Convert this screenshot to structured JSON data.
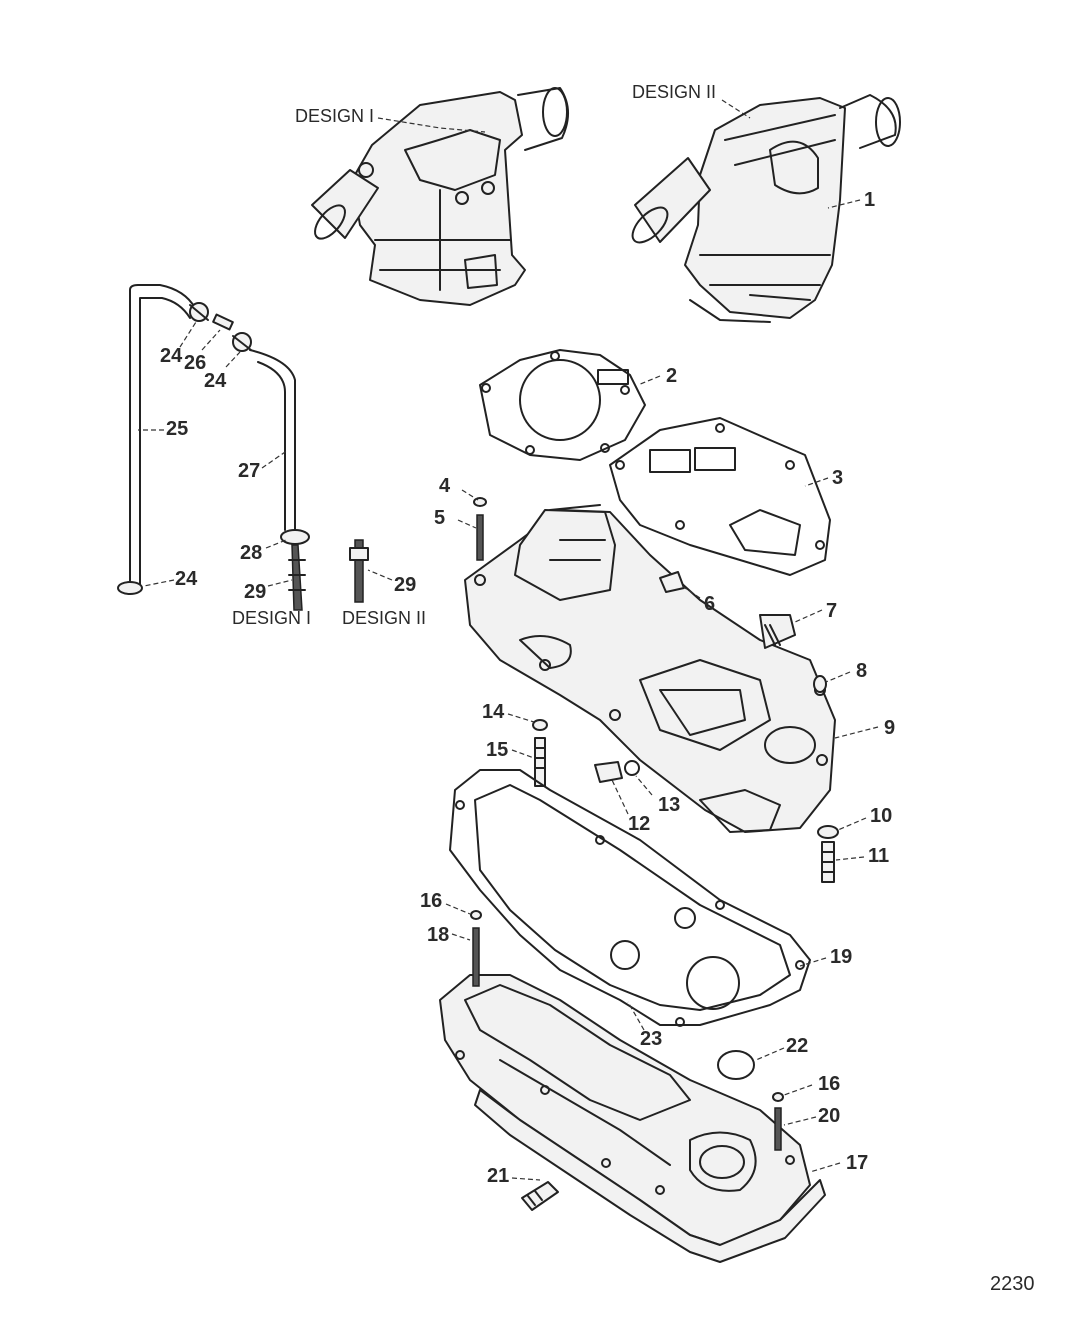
{
  "design_labels": {
    "design_1_top": "DESIGN I",
    "design_2_top": "DESIGN II",
    "design_1_bottom": "DESIGN I",
    "design_2_bottom": "DESIGN II"
  },
  "callouts": {
    "c1": "1",
    "c2": "2",
    "c3": "3",
    "c4": "4",
    "c5": "5",
    "c6": "6",
    "c7": "7",
    "c8": "8",
    "c9": "9",
    "c10": "10",
    "c11": "11",
    "c12": "12",
    "c13": "13",
    "c14": "14",
    "c15": "15",
    "c16a": "16",
    "c16b": "16",
    "c17": "17",
    "c18": "18",
    "c19": "19",
    "c20": "20",
    "c21": "21",
    "c22": "22",
    "c23": "23",
    "c24a": "24",
    "c24b": "24",
    "c24c": "24",
    "c25": "25",
    "c26": "26",
    "c27": "27",
    "c28": "28",
    "c29a": "29",
    "c29b": "29"
  },
  "figure_number": "2230"
}
